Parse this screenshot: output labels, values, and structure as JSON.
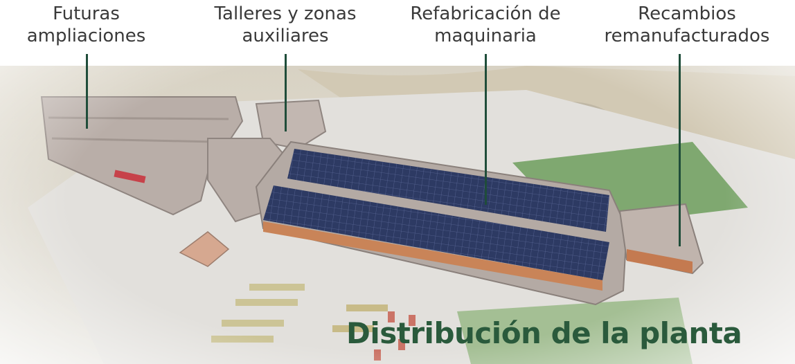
{
  "labels": {
    "futuras": {
      "line1": "Futuras",
      "line2": "ampliaciones"
    },
    "talleres": {
      "line1": "Talleres y zonas",
      "line2": "auxiliares"
    },
    "refabricacion": {
      "line1": "Refabricación de",
      "line2": "maquinaria"
    },
    "recambios": {
      "line1": "Recambios",
      "line2": "remanufacturados"
    }
  },
  "title": "Distribución de la planta",
  "colors": {
    "leader": "#1f4d3a",
    "title": "#2a5a3c",
    "label_text": "#3a3a3a",
    "roof": "#b9aea8",
    "solar_panel": "#2d3a63",
    "orange_facade": "#c98458",
    "grass": "#7fa870"
  }
}
